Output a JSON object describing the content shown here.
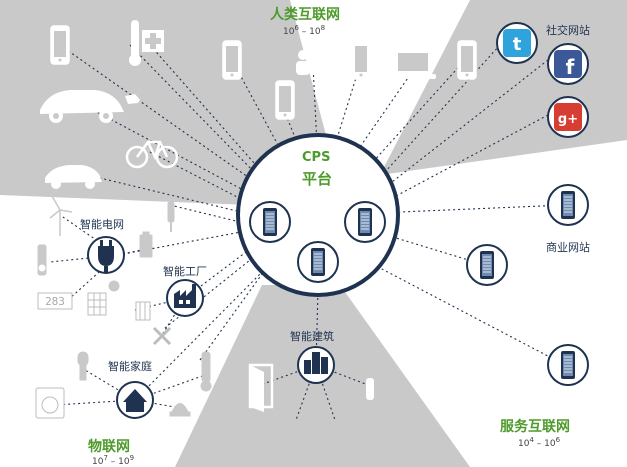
{
  "groups": {
    "human_internet": {
      "title": "人类互联网",
      "range_base": "10",
      "range_low_exp": "6",
      "range_high_exp": "8"
    },
    "internet_of_things": {
      "title": "物联网",
      "range_base": "10",
      "range_low_exp": "7",
      "range_high_exp": "9"
    },
    "internet_of_services": {
      "title": "服务互联网",
      "range_base": "10",
      "range_low_exp": "4",
      "range_high_exp": "6"
    }
  },
  "range_separator": " – ",
  "cps": {
    "title": "CPS",
    "subtitle": "平台"
  },
  "labels": {
    "social_sites": "社交网站",
    "business_sites": "商业网站",
    "smart_grid": "智能电网",
    "smart_factory": "智能工厂",
    "smart_home": "智能家庭",
    "smart_building": "智能建筑"
  },
  "counter_digits": "283",
  "icons": {
    "twitter_letter": "t",
    "facebook_letter": "f",
    "googleplus_letter": "g+"
  },
  "colors": {
    "accent_green": "#4e9a2a",
    "navy": "#1f3350",
    "wedge_gray": "#c9c9c9",
    "icon_gray": "#ffffff",
    "twitter_blue": "#2fa3dc",
    "facebook_blue": "#3b5998",
    "googleplus_red": "#d73d32"
  }
}
